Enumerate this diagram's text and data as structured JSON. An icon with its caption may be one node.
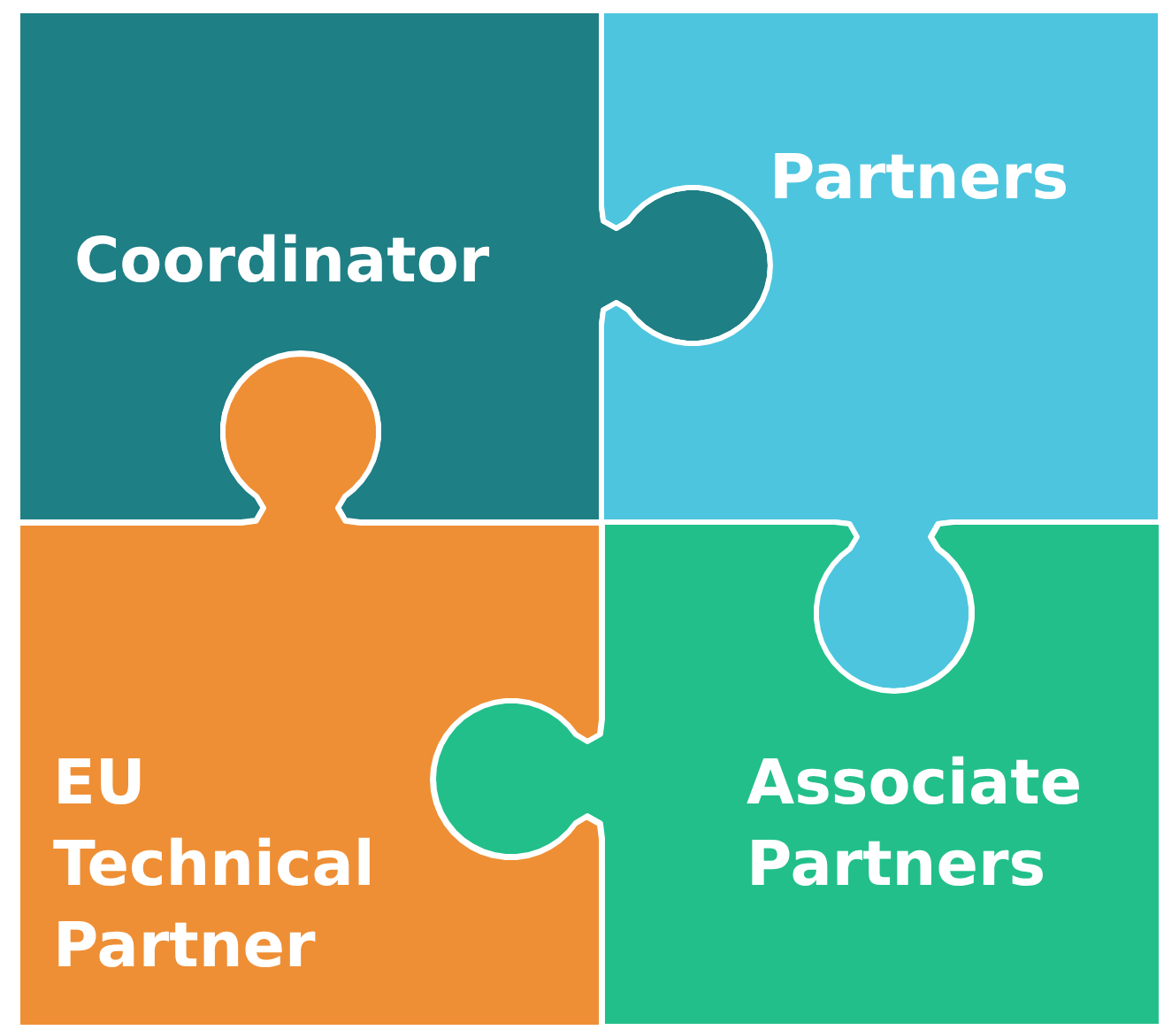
{
  "diagram": {
    "nodes": [
      {
        "text": [
          "Coordinator"
        ]
      },
      {
        "text": [
          "Partners"
        ]
      },
      {
        "text": [
          "EU Technical Partner"
        ]
      },
      {
        "text": [
          "Associate Partners"
        ]
      }
    ]
  }
}
